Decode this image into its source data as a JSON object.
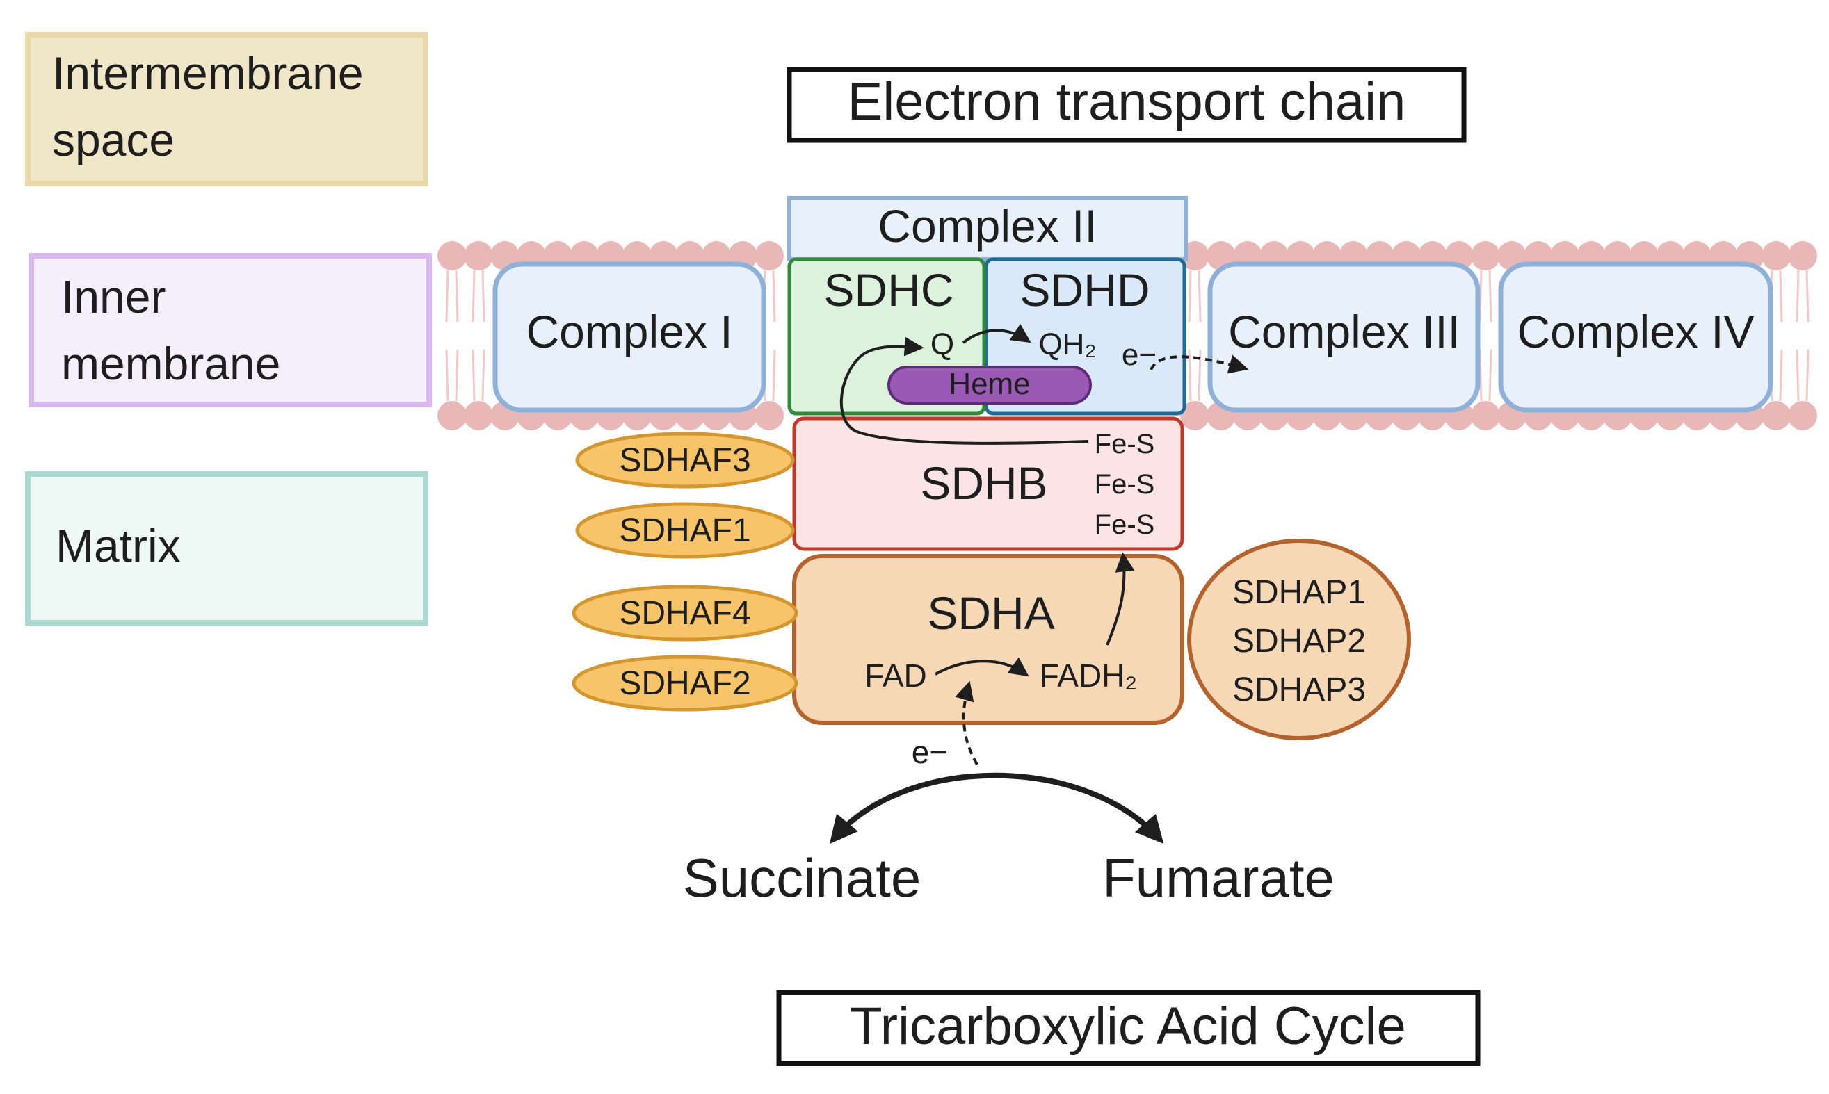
{
  "legend": {
    "intermembrane": {
      "line1": "Intermembrane",
      "line2": "space",
      "color": "#f0e6c8",
      "border": "#e8d9a8"
    },
    "inner": {
      "line1": "Inner",
      "line2": "membrane",
      "color": "#f5eefc",
      "border": "#d8b8ee"
    },
    "matrix": {
      "label": "Matrix",
      "color": "#eef9f6",
      "border": "#a9d9d0"
    }
  },
  "titles": {
    "etc": "Electron transport chain",
    "tca": "Tricarboxylic Acid Cycle"
  },
  "complexes": {
    "complex1": "Complex I",
    "complex2": "Complex II",
    "complex3": "Complex III",
    "complex4": "Complex IV"
  },
  "subunits": {
    "sdhc": "SDHC",
    "sdhd": "SDHD",
    "sdhb": "SDHB",
    "sdha": "SDHA",
    "heme": "Heme"
  },
  "cofactors": {
    "q": "Q",
    "qh2": "QH₂",
    "fes": [
      "Fe-S",
      "Fe-S",
      "Fe-S"
    ],
    "fad": "FAD",
    "fadh2": "FADH₂",
    "electron": "e−"
  },
  "assembly_factors": [
    "SDHAF3",
    "SDHAF1",
    "SDHAF4",
    "SDHAF2"
  ],
  "pseudogenes": [
    "SDHAP1",
    "SDHAP2",
    "SDHAP3"
  ],
  "metabolites": {
    "succinate": "Succinate",
    "fumarate": "Fumarate"
  },
  "colors": {
    "complex_fill": "#e8f1fb",
    "complex_border": "#8fb0d9",
    "sdhc_fill": "#ddf2dd",
    "sdhc_border": "#2f8a3a",
    "sdhd_border": "#1f6c96",
    "sdhb_fill": "#fde4e4",
    "sdhb_border": "#c0392b",
    "sdha_fill": "#f6d7b6",
    "sdha_border": "#b5632e",
    "heme_fill": "#9b59b6",
    "sdhaf_fill": "#f7c46a",
    "sdhaf_border": "#d4962e",
    "lipid": "#e8b7b7"
  }
}
